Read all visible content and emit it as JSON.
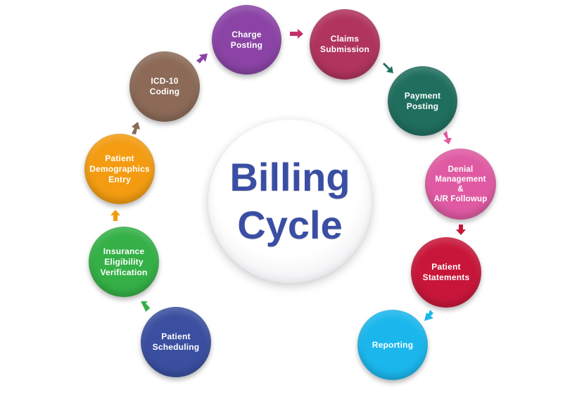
{
  "center": {
    "line1": "Billing",
    "line2": "Cycle",
    "color": "#3a4fa3"
  },
  "steps": [
    {
      "label": "Charge\nPosting",
      "color": "#8b44a6"
    },
    {
      "label": "Claims\nSubmission",
      "color": "#b0345e"
    },
    {
      "label": "Payment\nPosting",
      "color": "#1f6e5e"
    },
    {
      "label": "Denial\nManagement\n&\nA/R Followup",
      "color": "#df5aa2"
    },
    {
      "label": "Patient\nStatements",
      "color": "#c8163a"
    },
    {
      "label": "Reporting",
      "color": "#1bb7ec"
    },
    {
      "label": "Patient\nScheduling",
      "color": "#3a4fa0"
    },
    {
      "label": "Insurance\nEligibility\nVerification",
      "color": "#34b046"
    },
    {
      "label": "Patient\nDemographics\nEntry",
      "color": "#f39c12"
    },
    {
      "label": "ICD-10\nCoding",
      "color": "#8c6a57"
    }
  ]
}
